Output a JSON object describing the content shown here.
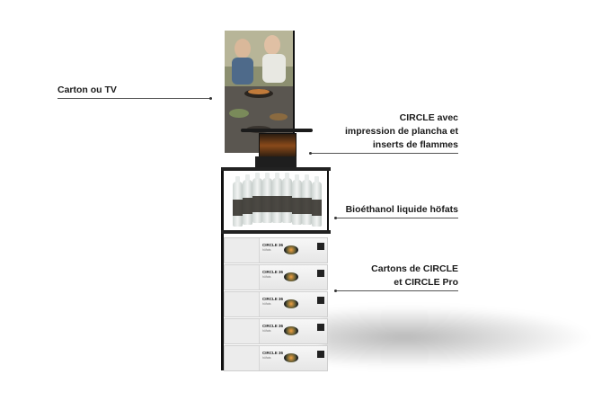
{
  "labels": {
    "tv": "Carton ou TV",
    "circle_line1": "CIRCLE avec",
    "circle_line2": "impression de plancha et",
    "circle_line3": "inserts de flammes",
    "bioethanol": "Bioéthanol liquide höfats",
    "cartons_line1": "Cartons de CIRCLE",
    "cartons_line2": "et CIRCLE Pro"
  },
  "box_label": {
    "brand": "CIRCLE 36",
    "sub": "höfats"
  },
  "colors": {
    "frame": "#111111",
    "text": "#1a1a1a",
    "box": "#f2f2f2"
  }
}
